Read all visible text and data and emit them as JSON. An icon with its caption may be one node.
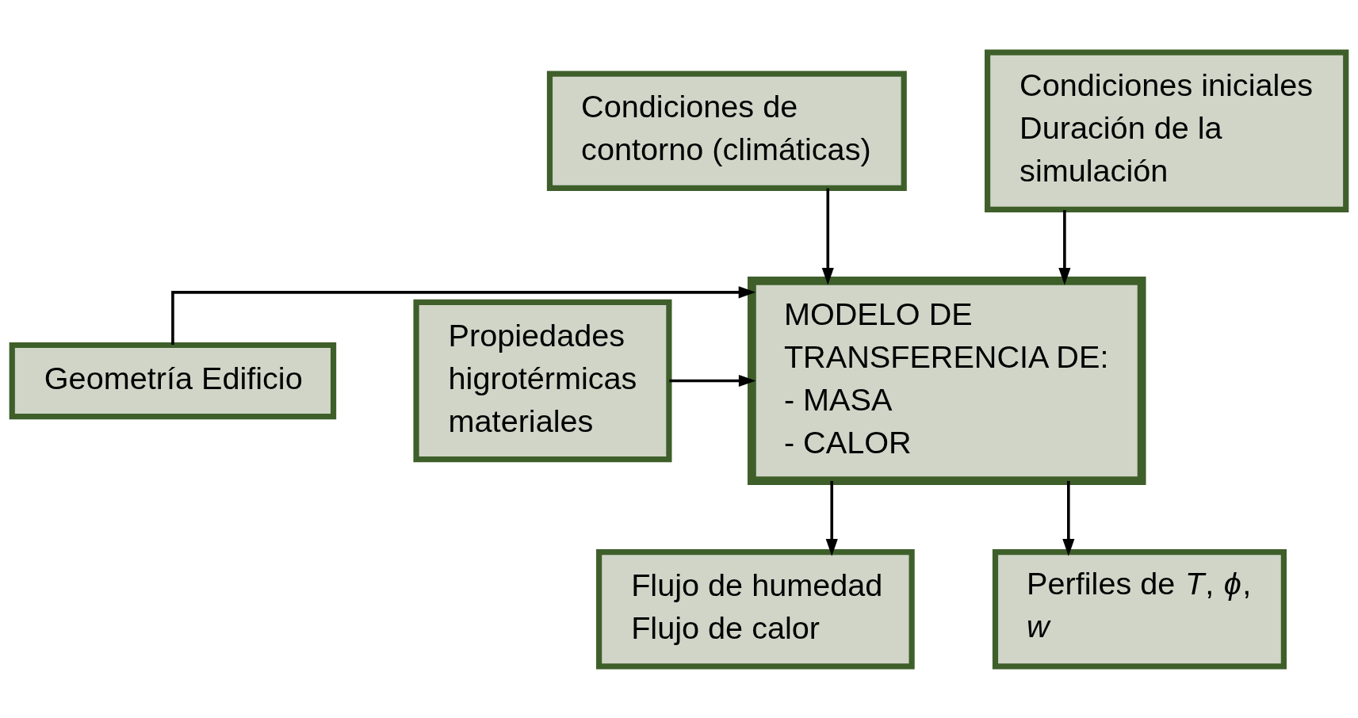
{
  "diagram": {
    "nodes": [
      {
        "text": [
          "Condiciones de contorno (climáticas)"
        ]
      },
      {
        "text": [
          "Condiciones iniciales",
          "Duración de la simulación"
        ]
      },
      {
        "text": [
          "Geometría Edificio"
        ]
      },
      {
        "text": [
          "MODELO DE",
          "TRANSFERENCIA DE:",
          "- MASA",
          "- CALOR"
        ]
      },
      {
        "text": [
          "Propiedades higrotérmicas materiales"
        ]
      },
      {
        "text": [
          "Flujo de humedad",
          "Flujo de calor"
        ]
      },
      {
        "text": [
          "Perfiles de *T*, *ϕ*, *w*"
        ]
      }
    ],
    "edges": [
      {
        "from": 0,
        "to": 3,
        "arrow": "to"
      },
      {
        "from": 1,
        "to": 3,
        "arrow": "to"
      },
      {
        "from": 2,
        "to": 3,
        "arrow": "to"
      },
      {
        "from": 4,
        "to": 3,
        "arrow": "to"
      },
      {
        "from": 3,
        "to": 5,
        "arrow": "to"
      },
      {
        "from": 3,
        "to": 6,
        "arrow": "to"
      }
    ]
  }
}
